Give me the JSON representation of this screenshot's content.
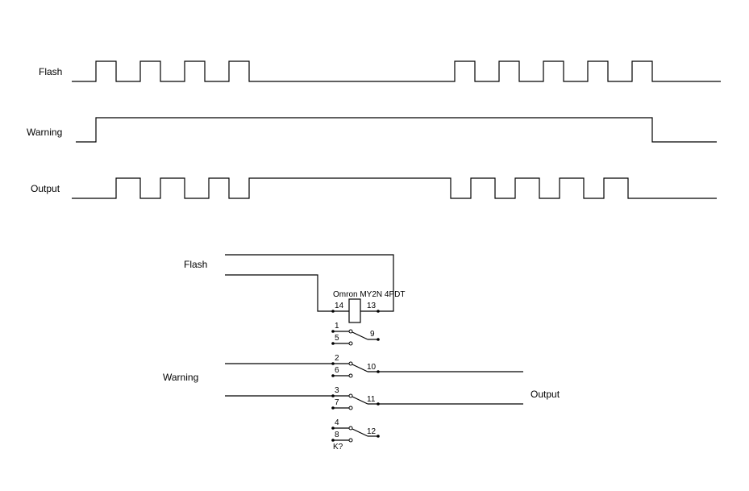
{
  "timing": {
    "signals": [
      {
        "name": "Flash"
      },
      {
        "name": "Warning"
      },
      {
        "name": "Output"
      }
    ]
  },
  "schematic": {
    "input_flash": "Flash",
    "input_warning": "Warning",
    "output": "Output",
    "relay": {
      "name": "Omron MY2N 4PDT",
      "designator": "K?",
      "coil_pins": [
        "14",
        "13"
      ],
      "poles": [
        {
          "nc": "1",
          "no": "5",
          "com": "9"
        },
        {
          "nc": "2",
          "no": "6",
          "com": "10"
        },
        {
          "nc": "3",
          "no": "7",
          "com": "11"
        },
        {
          "nc": "4",
          "no": "8",
          "com": "12"
        }
      ]
    }
  },
  "colors": {
    "line": "#000000",
    "background": "#ffffff"
  }
}
